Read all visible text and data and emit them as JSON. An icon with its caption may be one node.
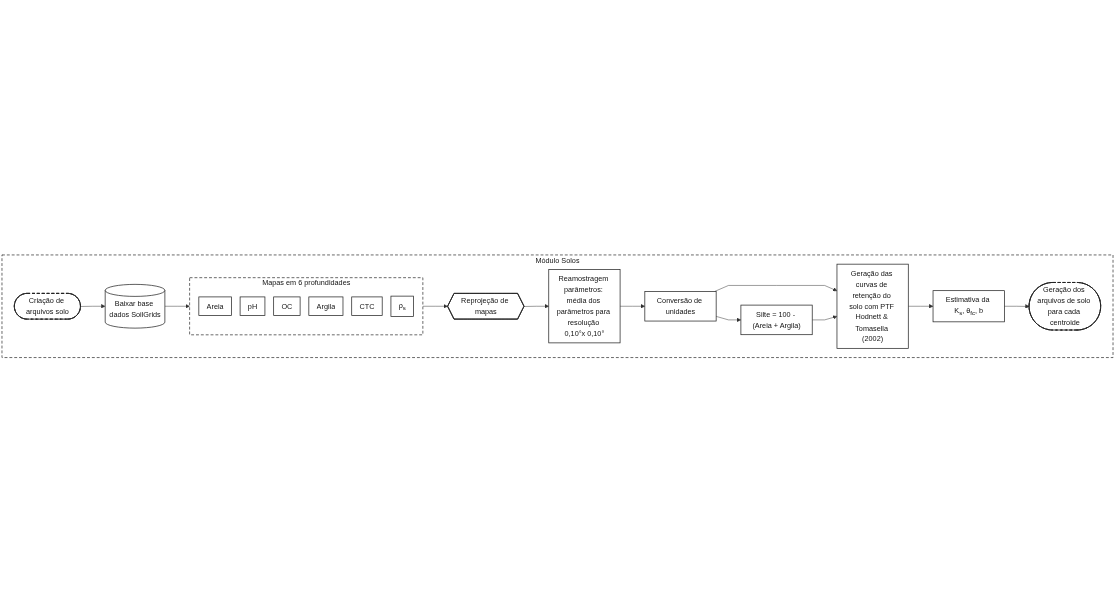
{
  "diagram": {
    "nodes": [
      {
        "text": [
          "Módulo Solos"
        ]
      },
      {
        "text": [
          "Criação de arquivos solo"
        ],
        "in": 0
      },
      {
        "text": [
          "Baixar base dados SoilGrids"
        ],
        "in": 0
      },
      {
        "text": [
          "Mapas em 6 profundidades"
        ],
        "in": 0
      },
      {
        "text": [
          "Areia"
        ],
        "in": 3
      },
      {
        "text": [
          "pH"
        ],
        "in": 3
      },
      {
        "text": [
          "OC"
        ],
        "in": 3
      },
      {
        "text": [
          "Argila"
        ],
        "in": 3
      },
      {
        "text": [
          "CTC"
        ],
        "in": 3
      },
      {
        "text": [
          "ρ$_{s}$"
        ],
        "in": 3
      },
      {
        "text": [
          "Reprojeção de mapas"
        ],
        "in": 0
      },
      {
        "text": [
          "Reamostragem parâmetros: média dos parâmetros para resolução 0,10°x 0,10°"
        ],
        "in": 0
      },
      {
        "text": [
          "Conversão de unidades"
        ],
        "in": 0
      },
      {
        "text": [
          "Silte = 100 - (Areia + Argila)"
        ],
        "in": 0
      },
      {
        "text": [
          "Geração das curvas de retenção do solo com PTF Hodnett & Tomasella (2002)"
        ],
        "in": 0
      },
      {
        "text": [
          "Estimativa da K$_{s}$, θ$_{fc}$, b"
        ],
        "in": 0
      },
      {
        "text": [
          "Geração dos arquivos de solo para cada centroide"
        ],
        "in": 0
      }
    ],
    "edges": [
      {
        "from": 1,
        "to": 2,
        "arrow": "to"
      },
      {
        "from": 2,
        "to": 3,
        "arrow": "to"
      },
      {
        "from": 3,
        "to": 10,
        "arrow": "to"
      },
      {
        "from": 10,
        "to": 11,
        "arrow": "to"
      },
      {
        "from": 11,
        "to": 12,
        "arrow": "to"
      },
      {
        "from": 12,
        "to": 13,
        "arrow": "to"
      },
      {
        "from": 12,
        "to": 14,
        "arrow": "to"
      },
      {
        "from": 13,
        "to": 14,
        "arrow": "to"
      },
      {
        "from": 14,
        "to": 15,
        "arrow": "to"
      },
      {
        "from": 15,
        "to": 16,
        "arrow": "to"
      }
    ]
  }
}
